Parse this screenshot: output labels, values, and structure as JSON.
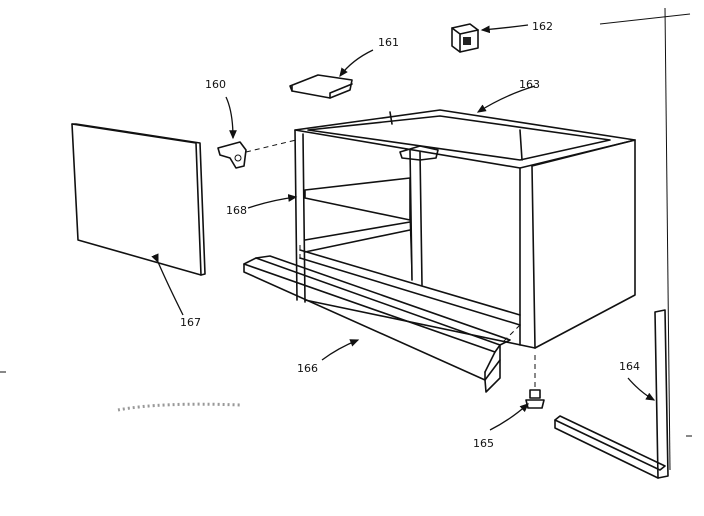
{
  "labels": {
    "p160": "160",
    "p161": "161",
    "p162": "162",
    "p163": "163",
    "p164": "164",
    "p165": "165",
    "p166": "166",
    "p167": "167",
    "p168": "168"
  }
}
